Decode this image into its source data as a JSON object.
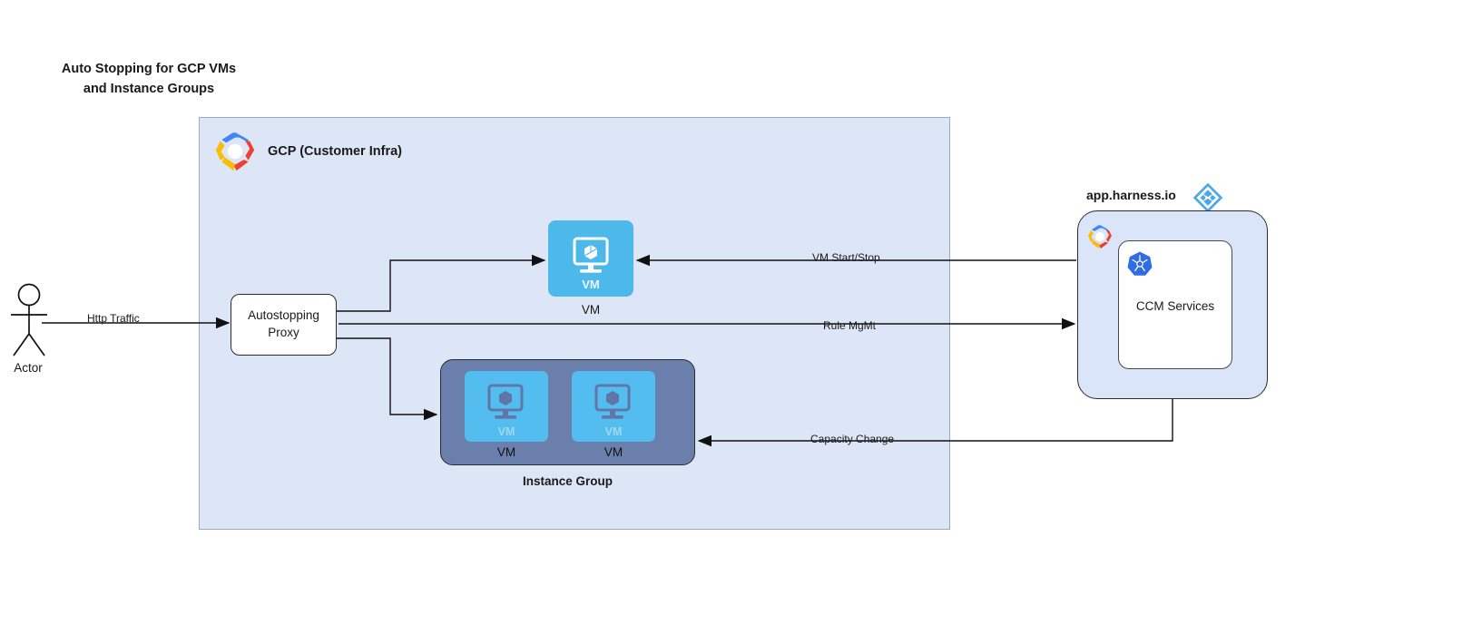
{
  "title": {
    "line1": "Auto Stopping for GCP VMs",
    "line2": "and Instance Groups"
  },
  "gcp_container": {
    "label": "GCP (Customer Infra)",
    "logo_icon": "gcp-logo-icon",
    "background_color": "#dde6f7",
    "border_color": "#9aa9c4"
  },
  "actor": {
    "label": "Actor",
    "icon": "actor-stick-figure-icon"
  },
  "proxy": {
    "line1": "Autostopping",
    "line2": "Proxy"
  },
  "vm_node": {
    "tile_label": "VM",
    "caption": "VM",
    "icon": "vm-monitor-cube-icon",
    "color": "#4db8ea"
  },
  "instance_group": {
    "caption": "Instance Group",
    "container_color": "#6b7fad",
    "vms": [
      {
        "tile_label": "VM",
        "caption": "VM",
        "icon": "vm-monitor-cube-icon"
      },
      {
        "tile_label": "VM",
        "caption": "VM",
        "icon": "vm-monitor-cube-icon"
      }
    ]
  },
  "harness": {
    "title": "app.harness.io",
    "logo_icon": "harness-diamond-logo-icon",
    "gcp_badge_icon": "gcp-logo-icon",
    "panel_color": "#dbe5f9",
    "service": {
      "label": "CCM Services",
      "icon": "kubernetes-logo-icon"
    }
  },
  "edges": [
    {
      "id": "http-traffic",
      "label": "Http Traffic",
      "from": "actor",
      "to": "proxy"
    },
    {
      "id": "vm-start-stop",
      "label": "VM Start/Stop",
      "from": "harness",
      "to": "vm-node"
    },
    {
      "id": "rule-mgmt",
      "label": "Rule MgMt",
      "from": "proxy",
      "to": "harness"
    },
    {
      "id": "capacity-change",
      "label": "Capacity Change",
      "from": "harness",
      "to": "instance-group"
    }
  ]
}
